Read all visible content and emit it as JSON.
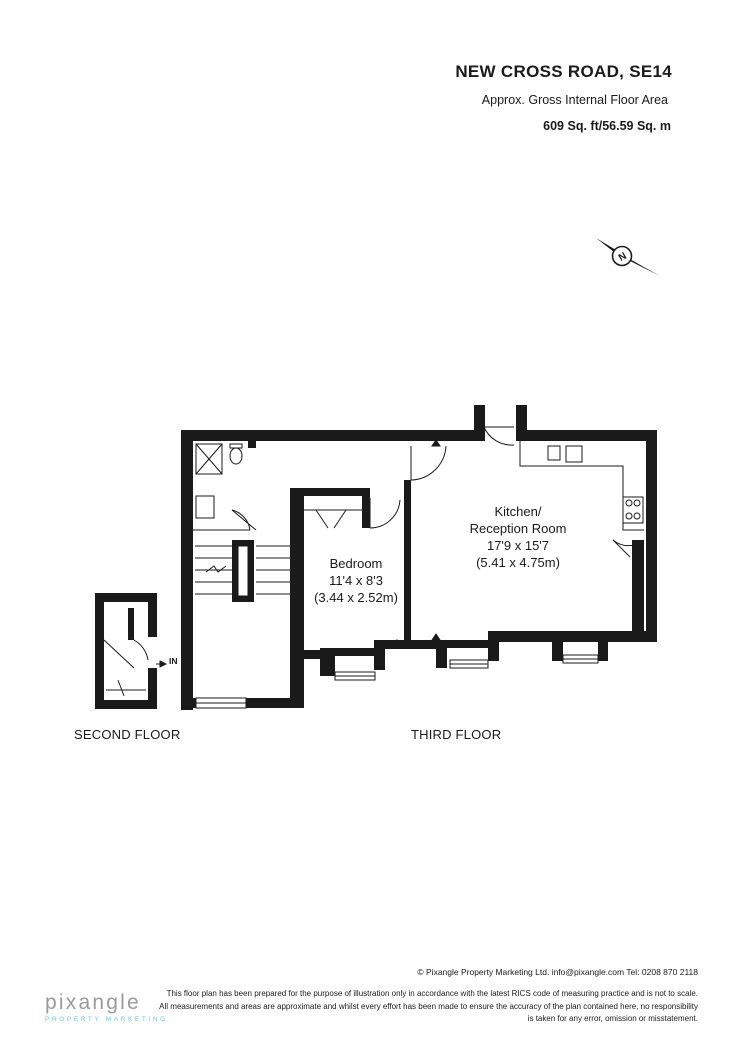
{
  "header": {
    "title": "NEW CROSS ROAD, SE14",
    "subtitle": "Approx. Gross Internal Floor Area",
    "area": "609 Sq. ft/56.59 Sq. m"
  },
  "compass": {
    "icon": "compass-north-icon",
    "letter": "N"
  },
  "plan": {
    "entrance_label": "IN",
    "floors": [
      {
        "label": "SECOND FLOOR"
      },
      {
        "label": "THIRD FLOOR"
      }
    ],
    "rooms": [
      {
        "name": "Bedroom",
        "dims_imperial": "11'4 x 8'3",
        "dims_metric": "(3.44 x 2.52m)"
      },
      {
        "name_line1": "Kitchen/",
        "name_line2": "Reception Room",
        "dims_imperial": "17'9 x 15'7",
        "dims_metric": "(5.41 x 4.75m)"
      }
    ]
  },
  "footer": {
    "copyright": "© Pixangle Property Marketing Ltd. info@pixangle.com Tel: 0208 870 2118",
    "disclaimer": "This floor plan has been prepared for the purpose of illustration only in accordance with the latest RICS code of measuring practice and is not to scale. All measurements and areas are approximate and whilst every effort has been made to ensure the accuracy of the plan contained here, no responsibility is taken for any error, omission or misstatement.",
    "logo_text": "pixangle",
    "logo_tagline": "PROPERTY MARKETING"
  },
  "colors": {
    "wall": "#1a1a1a",
    "logo": "#9a9a9a",
    "logo_accent": "#73c4d6"
  }
}
